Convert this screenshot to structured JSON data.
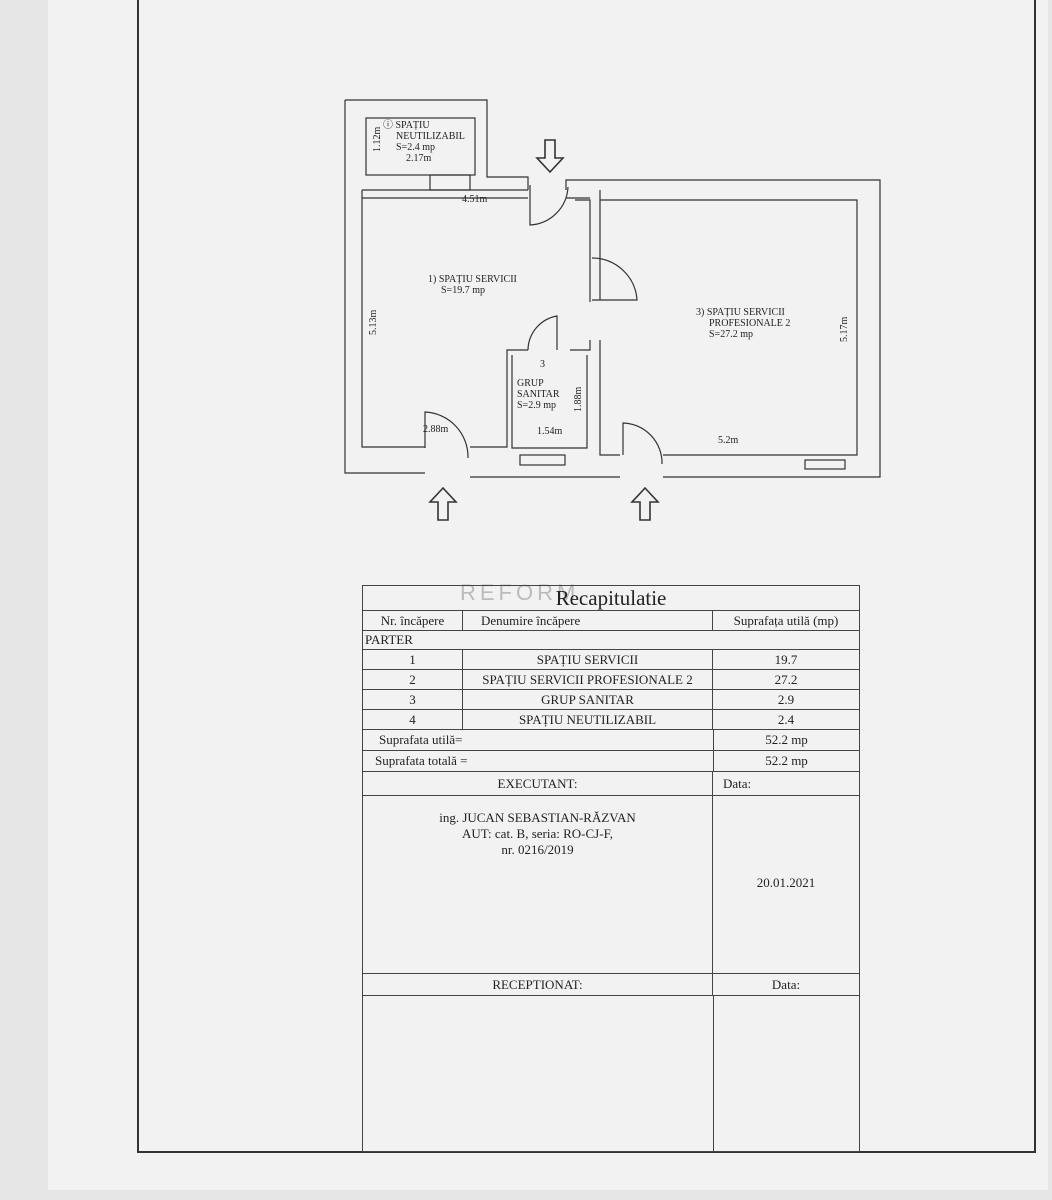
{
  "plan": {
    "room4": {
      "num": "4",
      "name_line1": "SPAȚIU",
      "name_line2": "NEUTILIZABIL",
      "area": "S=2.4 mp",
      "dim_w": "2.17m",
      "dim_h": "1.12m"
    },
    "room1": {
      "num": "1",
      "name": "SPAȚIU SERVICII",
      "area": "S=19.7 mp",
      "dim_w": "4.51m",
      "dim_h": "5.13m"
    },
    "room3": {
      "num": "3",
      "name_line1": "SPAȚIU SERVICII",
      "name_line2": "PROFESIONALE 2",
      "area": "S=27.2 mp",
      "dim_w": "5.2m",
      "dim_h": "5.17m"
    },
    "bath": {
      "num": "3",
      "name_line1": "GRUP",
      "name_line2": "SANITAR",
      "area": "S=2.9 mp",
      "dim_w": "1.54m",
      "dim_h": "1.88m"
    },
    "door_dim": "2.88m"
  },
  "watermark": "REFORM",
  "table": {
    "title": "Recapitulatie",
    "headers": [
      "Nr. încăpere",
      "Denumire încăpere",
      "Suprafața utilă (mp)"
    ],
    "section": "PARTER",
    "rows": [
      {
        "nr": "1",
        "name": "SPAȚIU SERVICII",
        "area": "19.7"
      },
      {
        "nr": "2",
        "name": "SPAȚIU SERVICII PROFESIONALE 2",
        "area": "27.2"
      },
      {
        "nr": "3",
        "name": "GRUP  SANITAR",
        "area": "2.9"
      },
      {
        "nr": "4",
        "name": "SPAȚIU NEUTILIZABIL",
        "area": "2.4"
      }
    ],
    "util_label": "Suprafata utilă=",
    "util_value": "52.2 mp",
    "total_label": "Suprafata totală =",
    "total_value": "52.2 mp",
    "executant_label": "EXECUTANT:",
    "data_label": "Data:",
    "executant_line1": "ing. JUCAN SEBASTIAN-RĂZVAN",
    "executant_line2": "AUT: cat. B, seria: RO-CJ-F,",
    "executant_line3": "nr. 0216/2019",
    "executant_date": "20.01.2021",
    "receptionat_label": "RECEPTIONAT:",
    "receptionat_data_label": "Data:"
  }
}
